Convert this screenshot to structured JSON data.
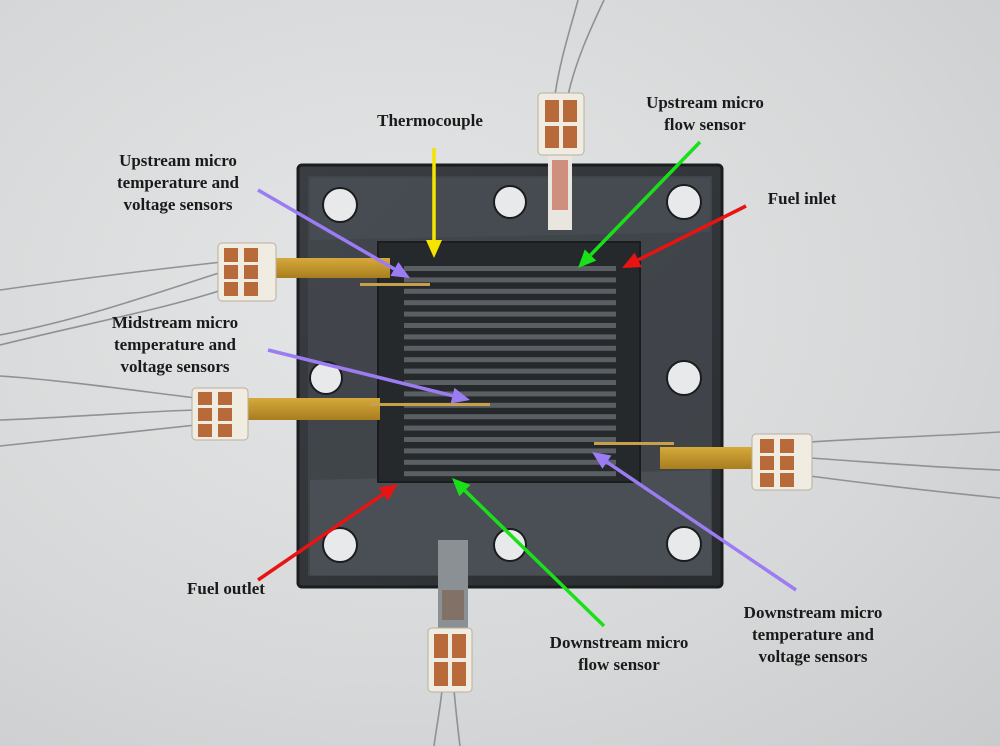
{
  "labels": {
    "thermocouple": "Thermocouple",
    "upstream_flow": "Upstream micro\nflow sensor",
    "fuel_inlet": "Fuel inlet",
    "upstream_temp": "Upstream micro\ntemperature and\nvoltage sensors",
    "midstream_temp": "Midstream micro\ntemperature and\nvoltage sensors",
    "fuel_outlet": "Fuel outlet",
    "downstream_flow": "Downstream micro\nflow sensor",
    "downstream_temp": "Downstream micro\ntemperature and\nvoltage sensors"
  },
  "arrow_colors": {
    "thermocouple": "#f5e400",
    "flow_sensor": "#19e019",
    "fuel_port": "#e81414",
    "temp_voltage": "#9b7cf2"
  }
}
